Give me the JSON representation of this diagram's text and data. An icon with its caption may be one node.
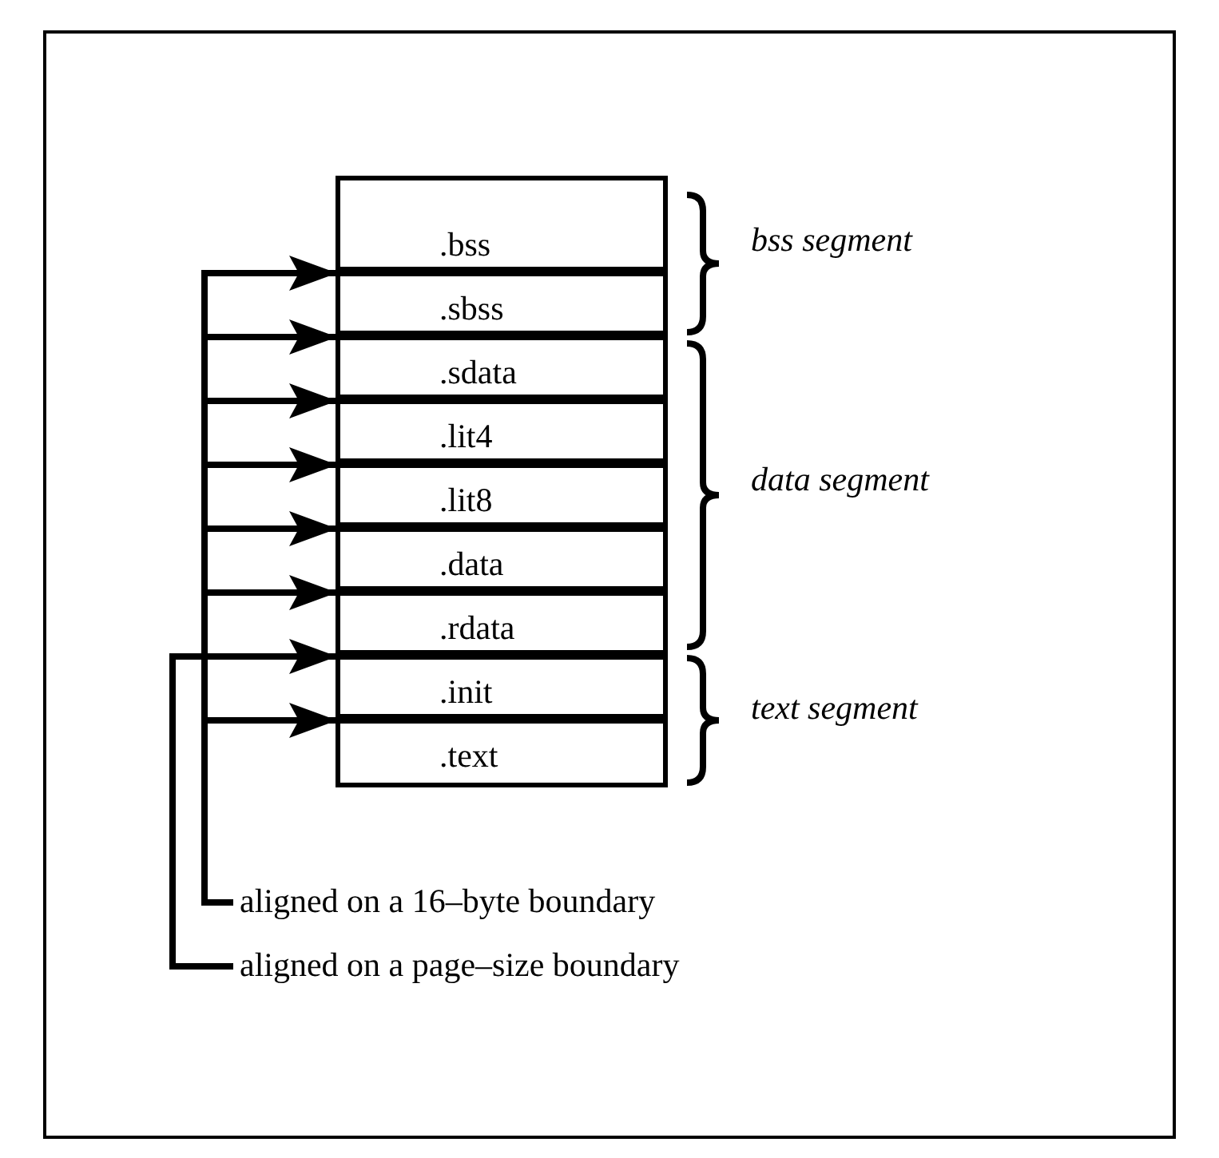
{
  "diagram": {
    "nodes": [
      {
        "text": [
          ".bss"
        ]
      },
      {
        "text": [
          ".sbss"
        ]
      },
      {
        "text": [
          ".sdata"
        ]
      },
      {
        "text": [
          ".lit4"
        ]
      },
      {
        "text": [
          ".lit8"
        ]
      },
      {
        "text": [
          ".data"
        ]
      },
      {
        "text": [
          ".rdata"
        ]
      },
      {
        "text": [
          ".init"
        ]
      },
      {
        "text": [
          ".text"
        ]
      },
      {
        "text": [
          "aligned on a 16–byte boundary"
        ]
      },
      {
        "text": [
          "aligned on a page–size boundary"
        ]
      }
    ],
    "edges": [
      {
        "from": 9,
        "to": 0,
        "arrow": "to"
      },
      {
        "from": 9,
        "to": 1,
        "arrow": "to"
      },
      {
        "from": 9,
        "to": 2,
        "arrow": "to"
      },
      {
        "from": 9,
        "to": 3,
        "arrow": "to"
      },
      {
        "from": 9,
        "to": 4,
        "arrow": "to"
      },
      {
        "from": 9,
        "to": 5,
        "arrow": "to"
      },
      {
        "from": 10,
        "to": 6,
        "arrow": "to"
      },
      {
        "from": 9,
        "to": 7,
        "arrow": "to"
      }
    ],
    "labels": [
      "bss segment",
      "data segment",
      "text segment"
    ]
  }
}
